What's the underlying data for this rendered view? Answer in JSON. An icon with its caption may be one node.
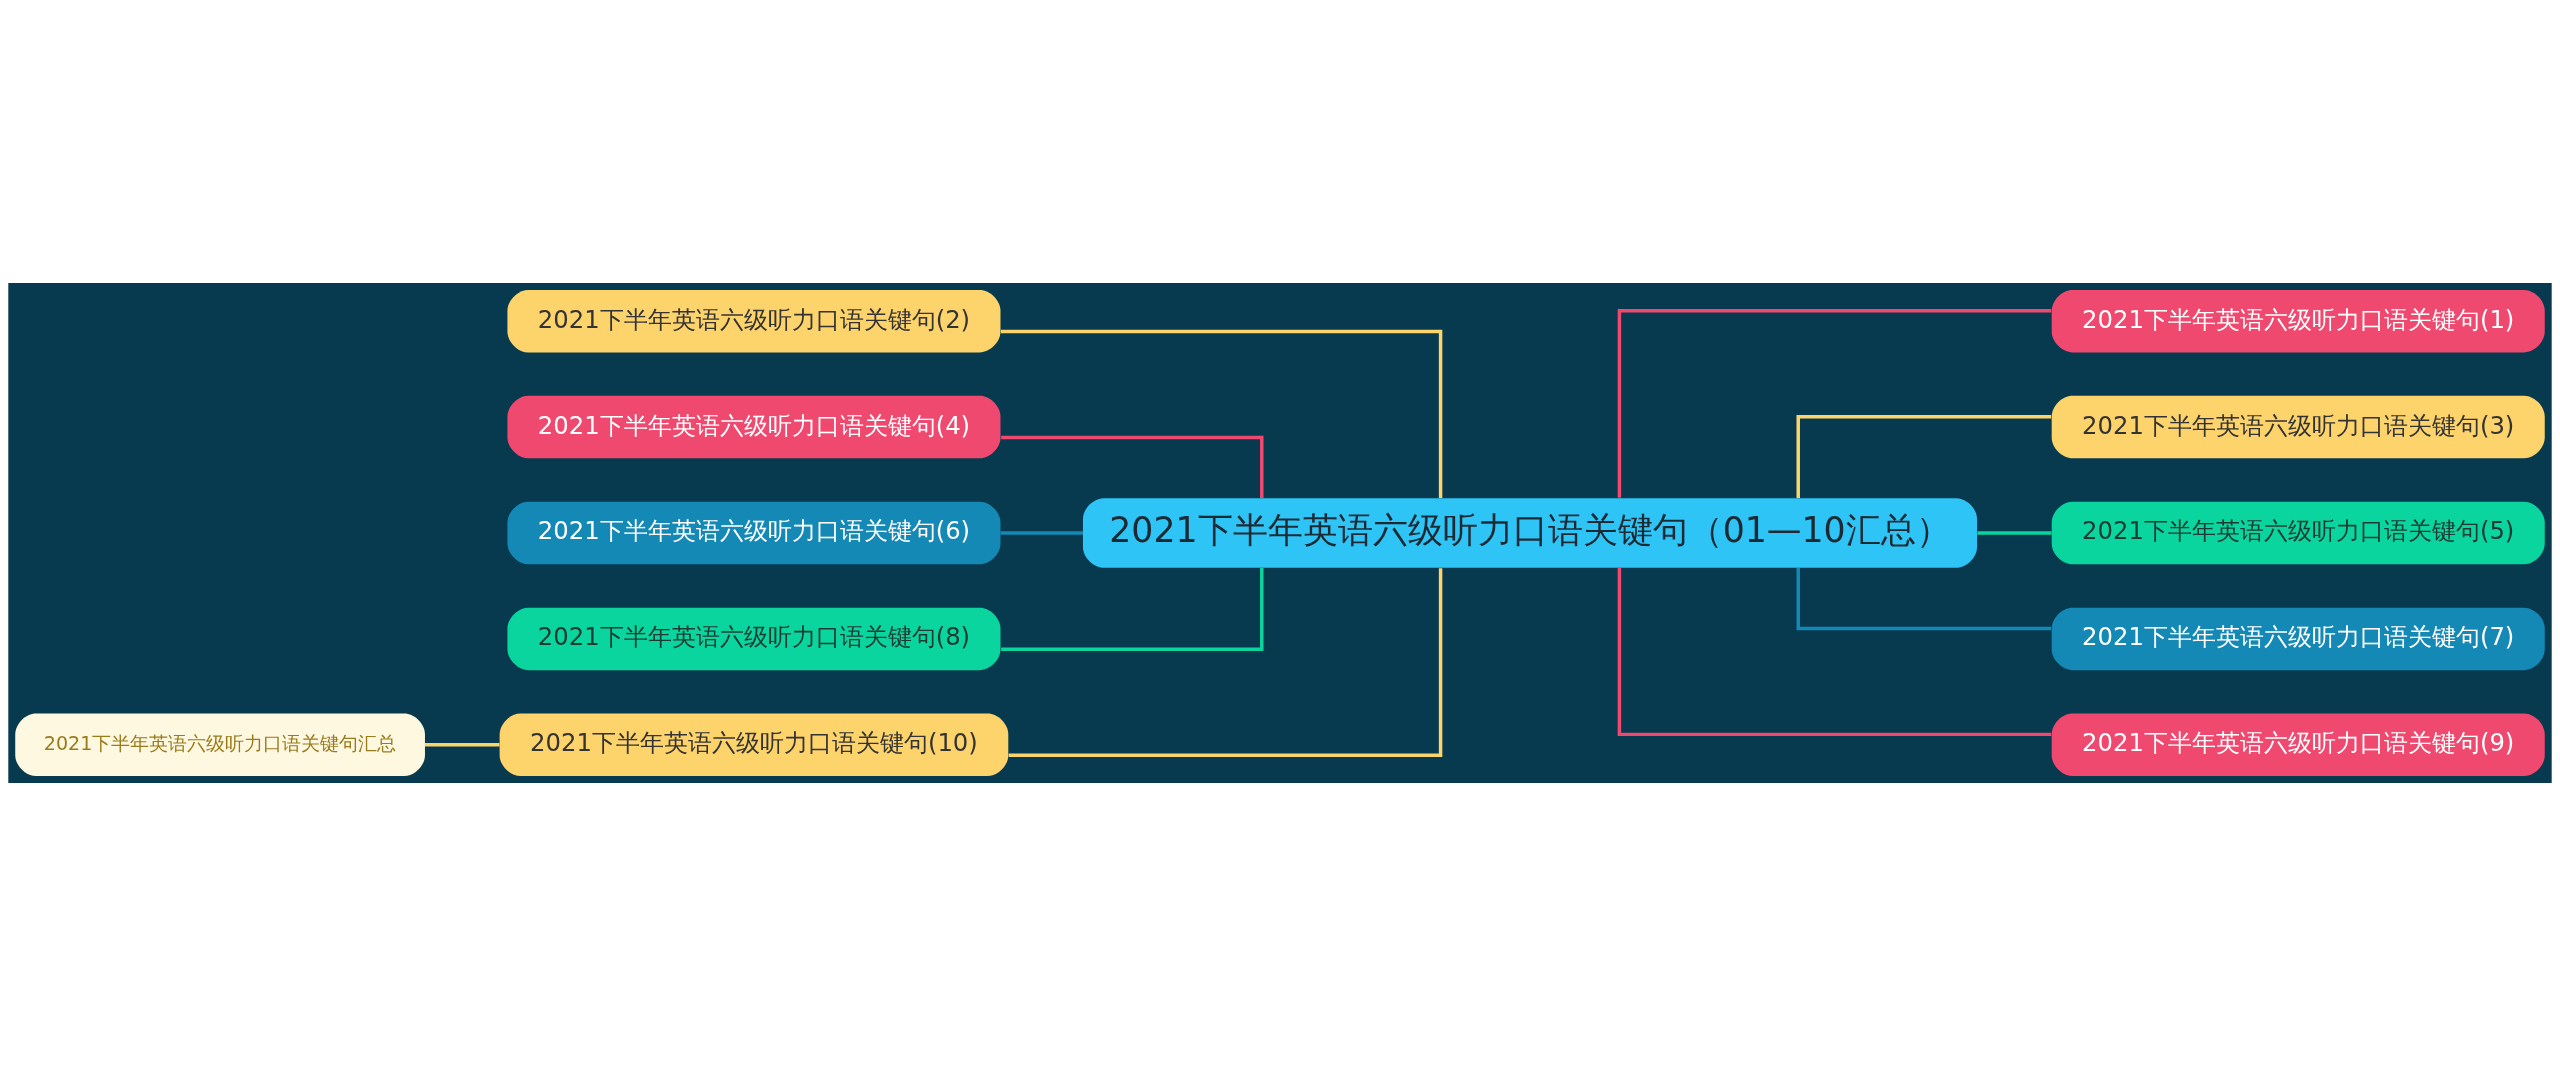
{
  "diagram": {
    "nodes": [
      {
        "text": [
          "2021下半年英语六级听力口语关键句（01—10汇总）"
        ]
      },
      {
        "text": [
          "2021下半年英语六级听力口语关键句(2)"
        ]
      },
      {
        "text": [
          "2021下半年英语六级听力口语关键句(4)"
        ]
      },
      {
        "text": [
          "2021下半年英语六级听力口语关键句(6)"
        ]
      },
      {
        "text": [
          "2021下半年英语六级听力口语关键句(8)"
        ]
      },
      {
        "text": [
          "2021下半年英语六级听力口语关键句(10)"
        ]
      },
      {
        "text": [
          "2021下半年英语六级听力口语关键句(1)"
        ]
      },
      {
        "text": [
          "2021下半年英语六级听力口语关键句(3)"
        ]
      },
      {
        "text": [
          "2021下半年英语六级听力口语关键句(5)"
        ]
      },
      {
        "text": [
          "2021下半年英语六级听力口语关键句(7)"
        ]
      },
      {
        "text": [
          "2021下半年英语六级听力口语关键句(9)"
        ]
      },
      {
        "text": [
          "2021下半年英语六级听力口语关键句汇总"
        ]
      }
    ],
    "edges": [
      {
        "from": 0,
        "to": 1,
        "arrow": "none"
      },
      {
        "from": 0,
        "to": 2,
        "arrow": "none",
        "color": "#f0496f"
      },
      {
        "from": 0,
        "to": 3,
        "arrow": "none",
        "color": "#1589b5"
      },
      {
        "from": 0,
        "to": 4,
        "arrow": "none",
        "color": "#0ad59e"
      },
      {
        "from": 0,
        "to": 5,
        "arrow": "none"
      },
      {
        "from": 0,
        "to": 6,
        "arrow": "none",
        "color": "#f0496f"
      },
      {
        "from": 0,
        "to": 7,
        "arrow": "none"
      },
      {
        "from": 0,
        "to": 8,
        "arrow": "none",
        "color": "#0ad59e"
      },
      {
        "from": 0,
        "to": 9,
        "arrow": "none",
        "color": "#1589b5"
      },
      {
        "from": 0,
        "to": 10,
        "arrow": "none",
        "color": "#f0496f"
      },
      {
        "from": 5,
        "to": 11,
        "arrow": "none"
      }
    ]
  }
}
